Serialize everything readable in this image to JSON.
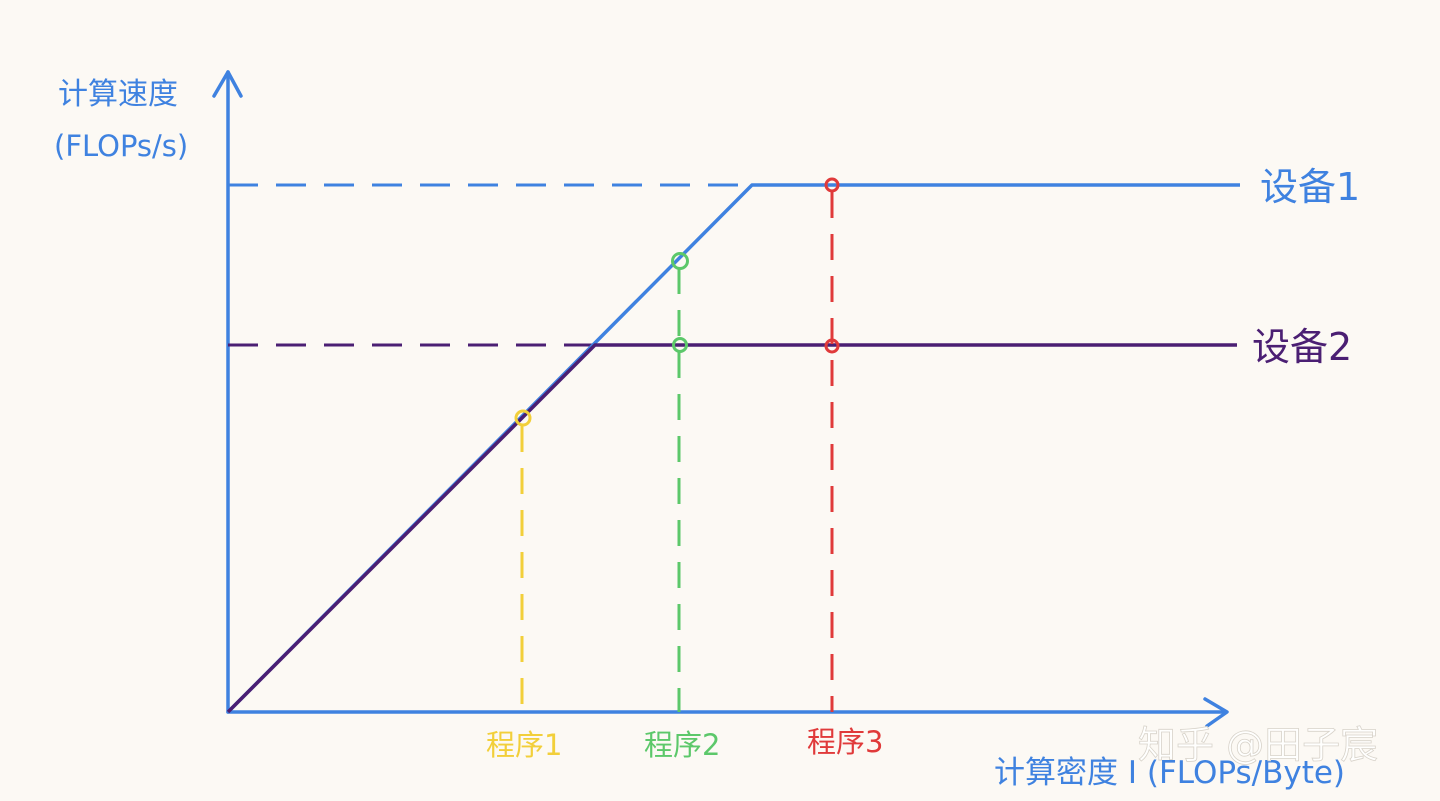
{
  "y_axis_label": {
    "line1": "计算速度",
    "line2": "(FLOPs/s)"
  },
  "x_axis_label": "计算密度 I (FLOPs/Byte)",
  "devices": [
    {
      "label": "设备1",
      "color": "#3f82e0"
    },
    {
      "label": "设备2",
      "color": "#4b1f73"
    }
  ],
  "programs": [
    {
      "label": "程序1",
      "color": "#f2cf3a"
    },
    {
      "label": "程序2",
      "color": "#5cc86a"
    },
    {
      "label": "程序3",
      "color": "#e03a3a"
    }
  ],
  "watermark": "知乎 @田子宸",
  "colors": {
    "axis": "#3f82e0",
    "background": "#fcf9f4",
    "watermark": "#ffffff"
  }
}
